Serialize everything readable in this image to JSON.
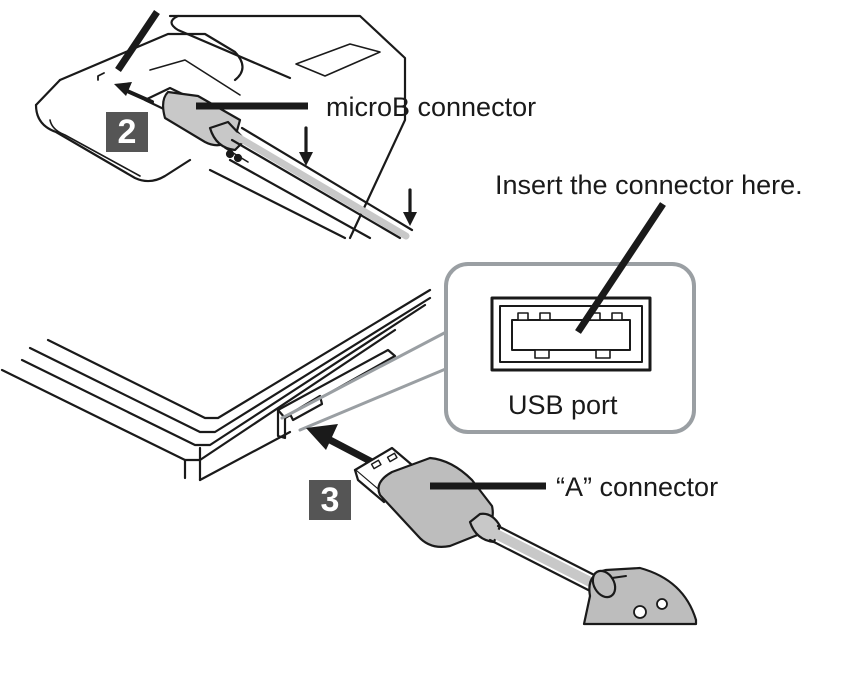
{
  "labels": {
    "microb_connector": "microB connector",
    "insert_here": "Insert the connector here.",
    "usb_port": "USB port",
    "a_connector": "“A” connector"
  },
  "steps": {
    "step2": "2",
    "step3": "3"
  },
  "colors": {
    "line": "#1a1a1a",
    "callout_border": "#9a9fa3",
    "step_badge": "#555555",
    "connector_fill": "#bdbdbd",
    "cable_fill": "#c8c8c8"
  }
}
